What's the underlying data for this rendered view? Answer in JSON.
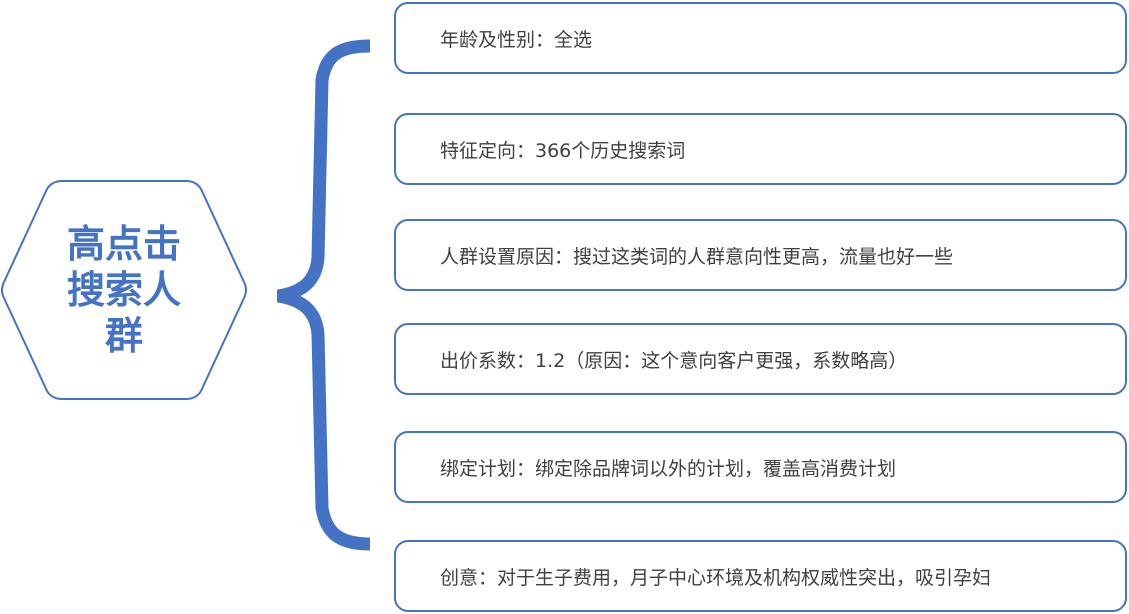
{
  "center": {
    "title_lines": [
      "高点击",
      "搜索人",
      "群"
    ]
  },
  "items": [
    {
      "text": "年龄及性别：全选"
    },
    {
      "text": "特征定向：366个历史搜索词"
    },
    {
      "text": "人群设置原因：搜过这类词的人群意向性更高，流量也好一些"
    },
    {
      "text": "出价系数：1.2（原因：这个意向客户更强，系数略高）"
    },
    {
      "text": "绑定计划：绑定除品牌词以外的计划，覆盖高消费计划"
    },
    {
      "text": "创意：对于生子费用，月子中心环境及机构权威性突出，吸引孕妇"
    }
  ],
  "colors": {
    "accent": "#4472C4",
    "text": "#404040"
  }
}
